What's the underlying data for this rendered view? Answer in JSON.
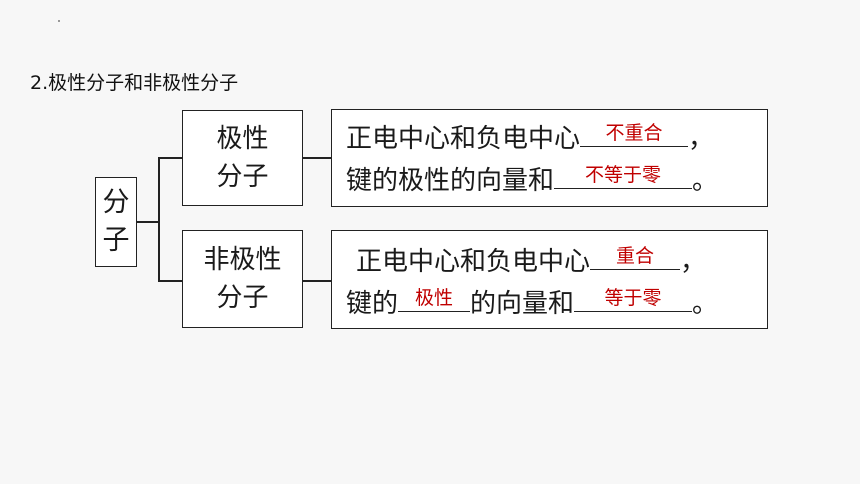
{
  "heading": "2.极性分子和非极性分子",
  "root": {
    "line1": "分",
    "line2": "子"
  },
  "polar": {
    "category_line1": "极性",
    "category_line2": "分子",
    "row1_text": "正电中心和负电中心",
    "row1_answer": "不重合",
    "row1_end": "，",
    "row2_text": "键的极性的向量和",
    "row2_answer": "不等于零",
    "row2_end": "。"
  },
  "nonpolar": {
    "category_line1": "非极性",
    "category_line2": "分子",
    "row1_text": "正电中心和负电中心",
    "row1_answer": "重合",
    "row1_end": "，",
    "row2_pre": "键的",
    "row2_answer1": "极性",
    "row2_mid": "的向量和",
    "row2_answer2": "等于零",
    "row2_end": "。"
  },
  "colors": {
    "answer": "#c00000",
    "border": "#222222"
  }
}
